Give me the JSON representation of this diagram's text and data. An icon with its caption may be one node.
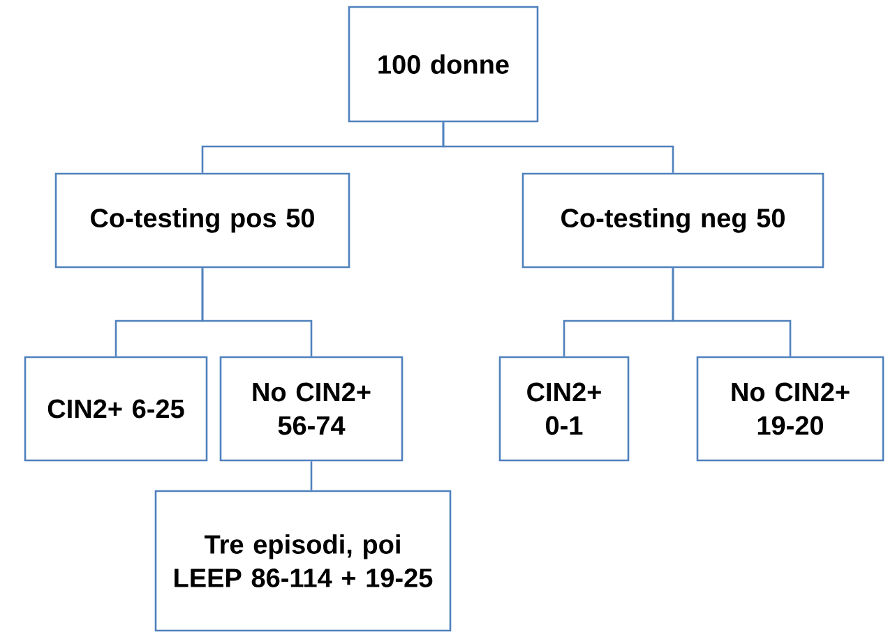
{
  "diagram": {
    "nodes": [
      {
        "text": [
          "100 donne"
        ]
      },
      {
        "text": [
          "Co-testing pos 50"
        ]
      },
      {
        "text": [
          "Co-testing neg 50"
        ]
      },
      {
        "text": [
          "CIN2+ 6-25"
        ]
      },
      {
        "text": [
          "No CIN2+ 56-74"
        ]
      },
      {
        "text": [
          "CIN2+ 0-1"
        ]
      },
      {
        "text": [
          "No CIN2+ 19-20"
        ]
      },
      {
        "text": [
          "Tre episodi, poi LEEP 86-114 + 19-25"
        ]
      }
    ],
    "edges": [
      {
        "from": 0,
        "to": 1,
        "arrow": "none"
      },
      {
        "from": 0,
        "to": 2,
        "arrow": "none"
      },
      {
        "from": 1,
        "to": 3,
        "arrow": "none"
      },
      {
        "from": 1,
        "to": 4,
        "arrow": "none"
      },
      {
        "from": 2,
        "to": 5,
        "arrow": "none"
      },
      {
        "from": 2,
        "to": 6,
        "arrow": "none"
      },
      {
        "from": 4,
        "to": 7,
        "arrow": "none"
      }
    ]
  }
}
